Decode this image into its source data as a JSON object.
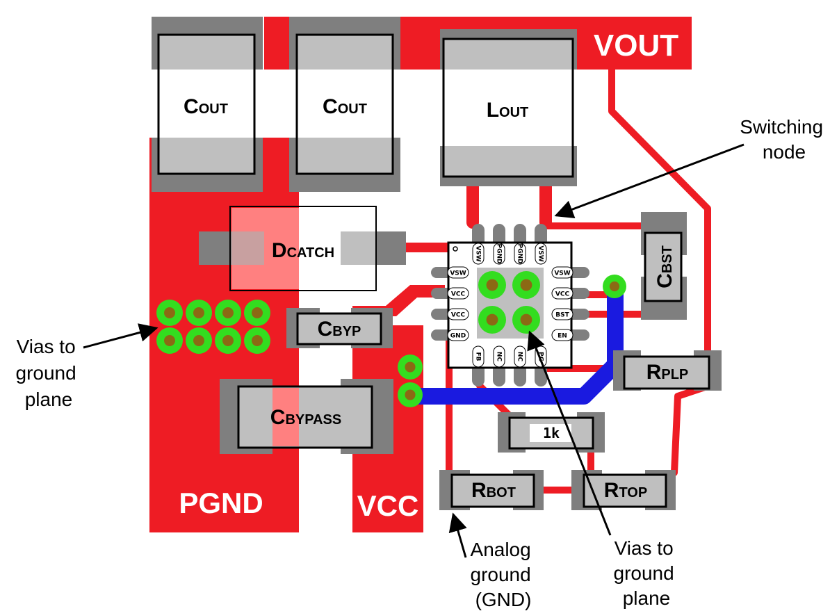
{
  "colors": {
    "copper": "#ee1c24",
    "copper_light": "#ff8080",
    "pad": "#7f7f7f",
    "pad_light": "#bfbfbf",
    "via_ring": "#33dd1f",
    "via_hole": "#8b6914",
    "ground_trace": "#1a1ae0"
  },
  "nets": {
    "vout": "VOUT",
    "pgnd": "PGND",
    "vcc": "VCC"
  },
  "components": {
    "cout1": {
      "main": "C",
      "sub": "OUT"
    },
    "cout2": {
      "main": "C",
      "sub": "OUT"
    },
    "lout": {
      "main": "L",
      "sub": "OUT"
    },
    "dcatch": {
      "main": "D",
      "sub": "CATCH"
    },
    "cbyp": {
      "main": "C",
      "sub": "BYP"
    },
    "cbypass": {
      "main": "C",
      "sub": "BYPASS"
    },
    "cbst": {
      "main": "C",
      "sub": "BST"
    },
    "rplp": {
      "main": "R",
      "sub": "PLP"
    },
    "rbot": {
      "main": "R",
      "sub": "BOT"
    },
    "rtop": {
      "main": "R",
      "sub": "TOP"
    },
    "r1k": {
      "value": "1k"
    }
  },
  "ic": {
    "top_pins": [
      "VSW",
      "PGND",
      "PGND",
      "VSW"
    ],
    "left_pins": [
      "VSW",
      "VCC",
      "VCC",
      "GND"
    ],
    "right_pins": [
      "VSW",
      "VCC",
      "BST",
      "EN"
    ],
    "bottom_pins": [
      "FB",
      "NC",
      "NC",
      "PG"
    ]
  },
  "annotations": {
    "switching_node": [
      "Switching",
      "node"
    ],
    "vias_left": [
      "Vias to",
      "ground",
      "plane"
    ],
    "analog_ground": [
      "Analog",
      "ground",
      "(GND)"
    ],
    "vias_bottom": [
      "Vias to",
      "ground",
      "plane"
    ]
  }
}
